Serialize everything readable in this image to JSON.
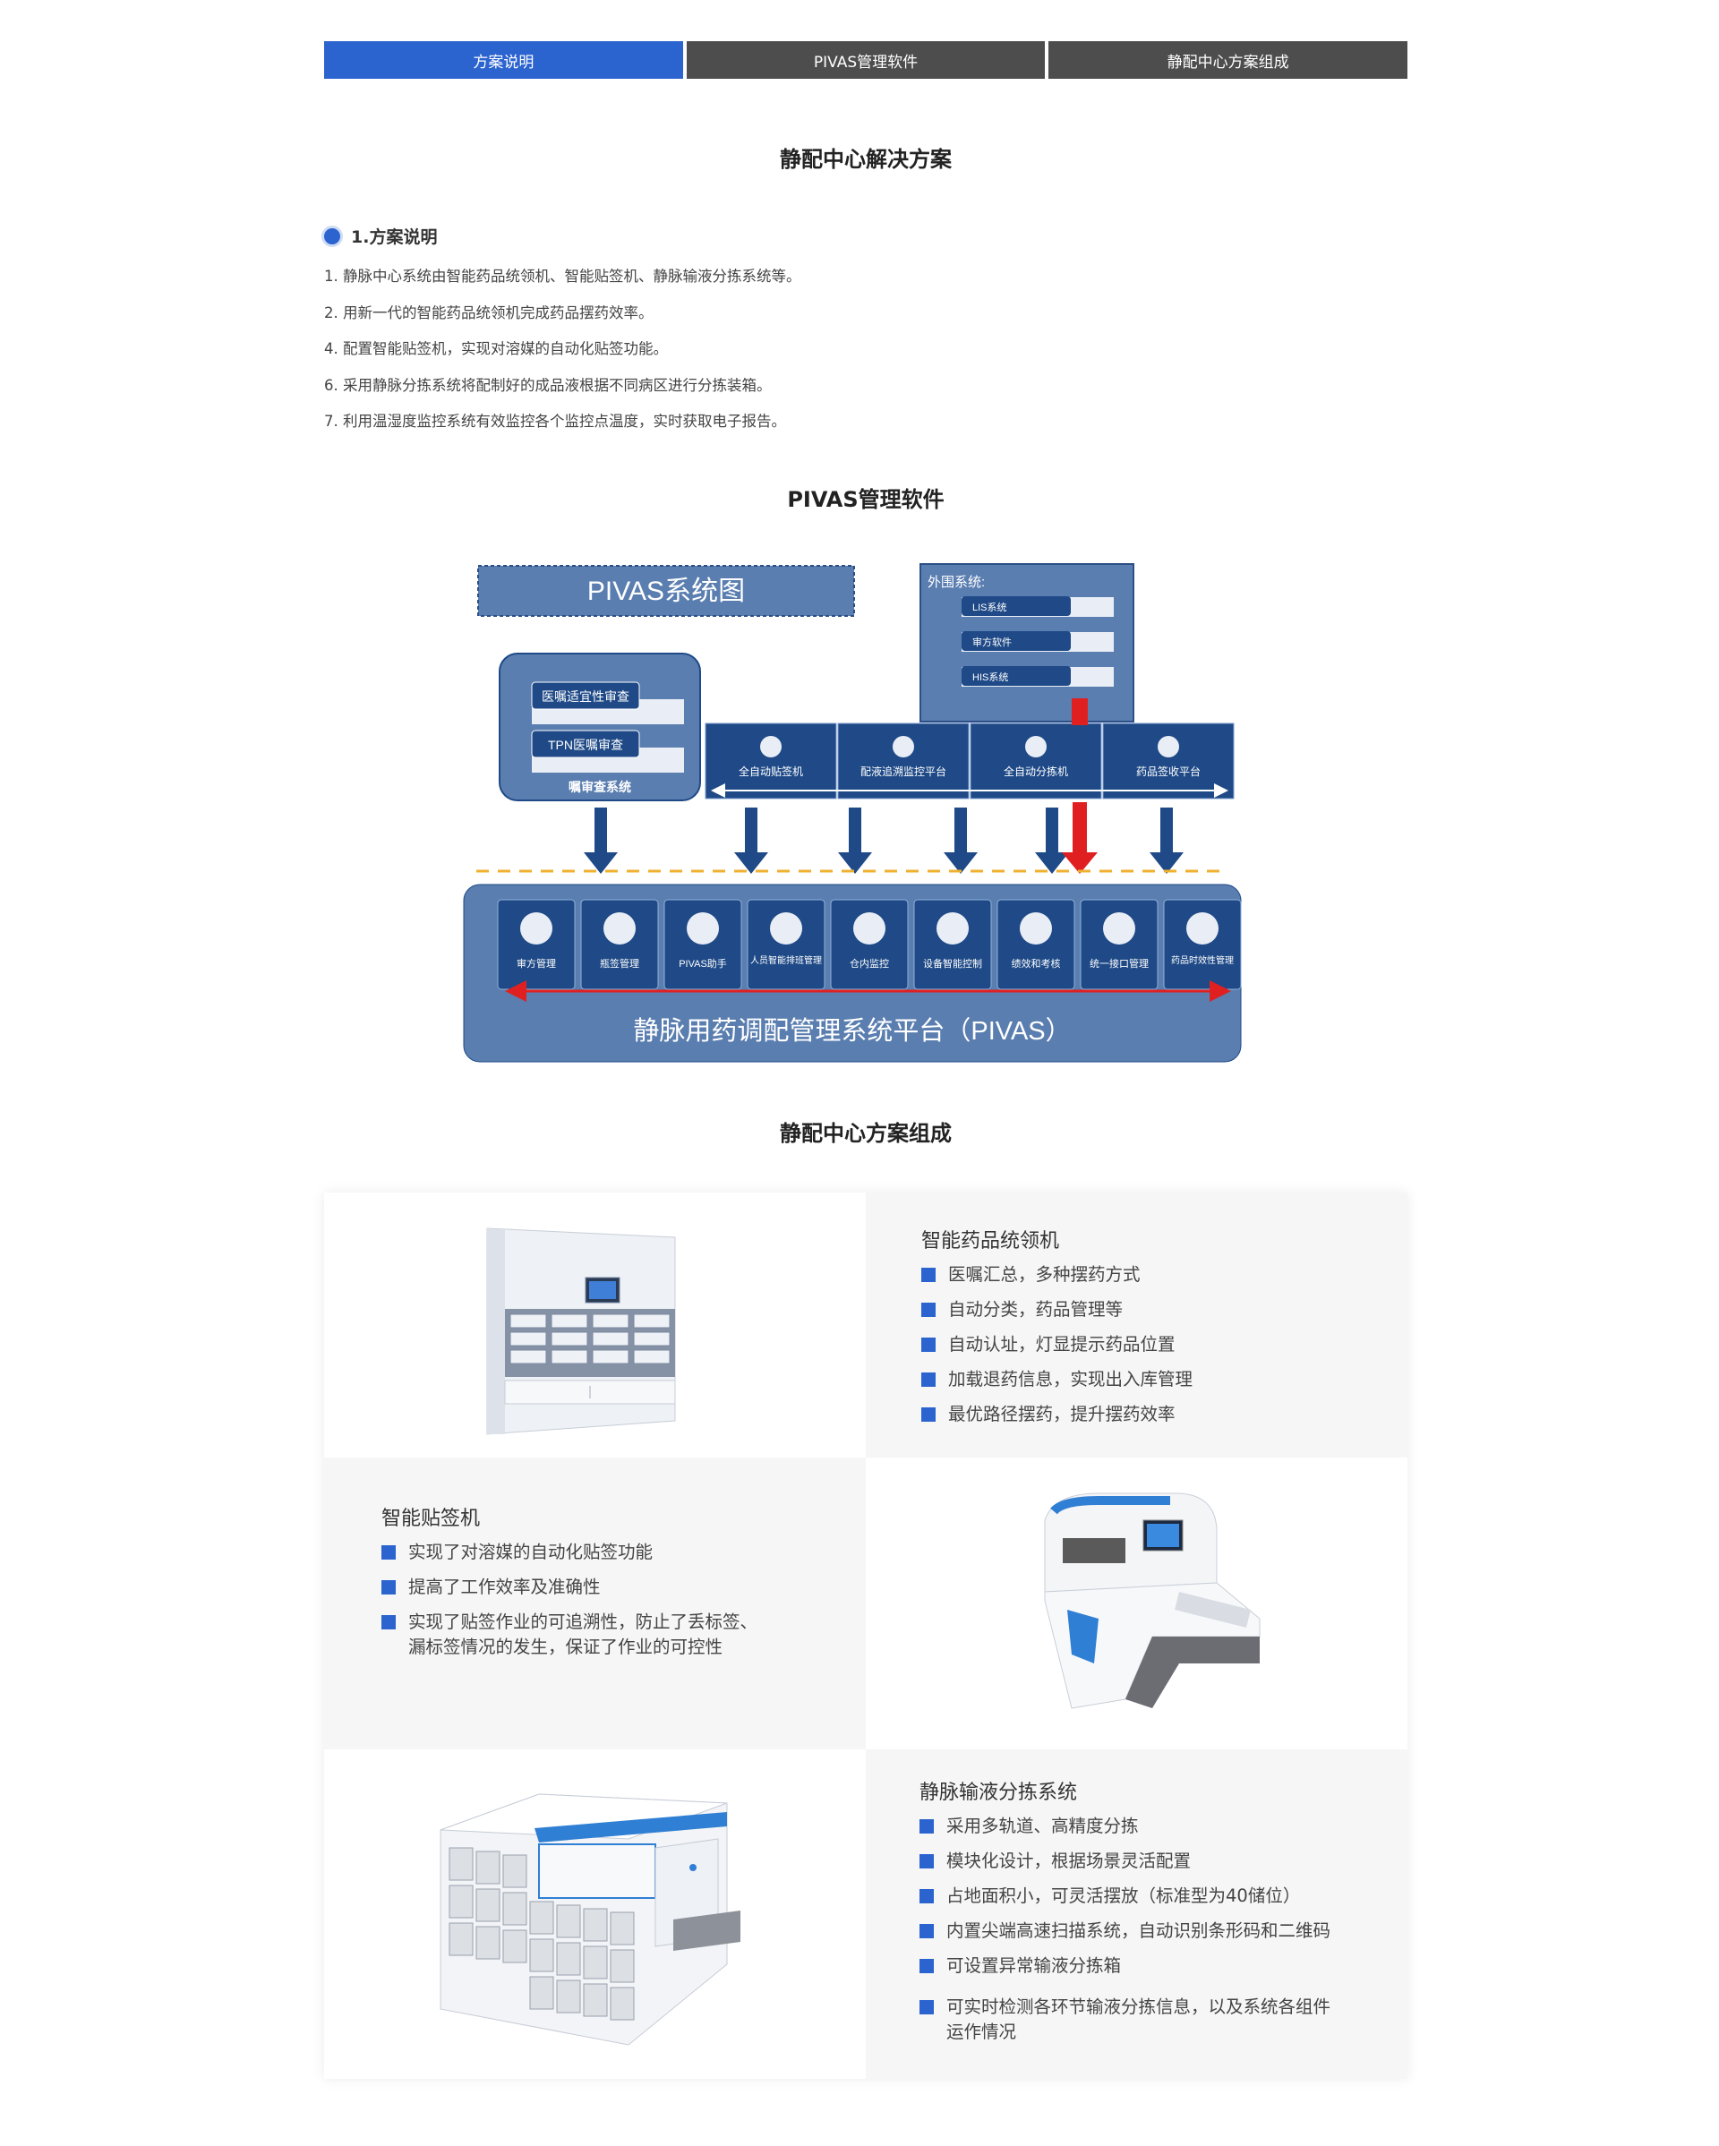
{
  "tabs": [
    {
      "label": "方案说明",
      "active": true
    },
    {
      "label": "PIVAS管理软件",
      "active": false
    },
    {
      "label": "静配中心方案组成",
      "active": false
    }
  ],
  "section1": {
    "heading": "静配中心解决方案",
    "subheading": "1.方案说明",
    "points": [
      "1. 静脉中心系统由智能药品统领机、智能贴签机、静脉输液分拣系统等。",
      "2. 用新一代的智能药品统领机完成药品摆药效率。",
      "4. 配置智能贴签机，实现对溶媒的自动化贴签功能。",
      "6. 采用静脉分拣系统将配制好的成品液根据不同病区进行分拣装箱。",
      "7. 利用温湿度监控系统有效监控各个监控点温度，实时获取电子报告。"
    ]
  },
  "section2": {
    "heading": "PIVAS管理软件",
    "diagram": {
      "title": "PIVAS系统图",
      "external_label": "外围系统:",
      "external_systems": [
        "LIS系统",
        "审方软件",
        "HIS系统"
      ],
      "review_items": [
        "医嘱适宜性审查",
        "TPN医嘱审查"
      ],
      "review_caption": "嘱审查系统",
      "devices": [
        "全自动贴签机",
        "配液追溯监控平台",
        "全自动分拣机",
        "药品签收平台"
      ],
      "modules": [
        "审方管理",
        "瓶签管理",
        "PIVAS助手",
        "人员智能排班管理",
        "仓内监控",
        "设备智能控制",
        "绩效和考核",
        "统一接口管理",
        "药品时效性管理"
      ],
      "platform": "静脉用药调配管理系统平台（PIVAS）",
      "colors": {
        "dark": "#1f4a87",
        "mid": "#5a7eb0",
        "light": "#e9eef6",
        "accent": "#e02020",
        "dash": "#f0b030"
      }
    }
  },
  "section3": {
    "heading": "静配中心方案组成",
    "products": [
      {
        "title": "智能药品统领机",
        "features": [
          "医嘱汇总，多种摆药方式",
          "自动分类，药品管理等",
          "自动认址，灯显提示药品位置",
          "加载退药信息，实现出入库管理",
          "最优路径摆药，提升摆药效率"
        ]
      },
      {
        "title": "智能贴签机",
        "features": [
          "实现了对溶媒的自动化贴签功能",
          "提高了工作效率及准确性",
          "实现了贴签作业的可追溯性，防止了丢标签、漏标签情况的发生，保证了作业的可控性"
        ]
      },
      {
        "title": "静脉输液分拣系统",
        "features": [
          "采用多轨道、高精度分拣",
          "模块化设计，根据场景灵活配置",
          "占地面积小，可灵活摆放（标准型为40储位）",
          "内置尖端高速扫描系统，自动识别条形码和二维码",
          "可设置异常输液分拣箱",
          "可实时检测各环节输液分拣信息，以及系统各组件运作情况"
        ]
      }
    ]
  }
}
